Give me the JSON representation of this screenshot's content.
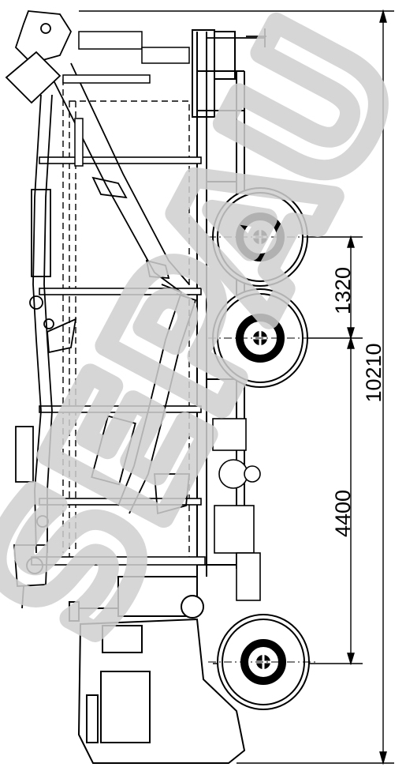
{
  "drawing": {
    "dimensions": {
      "wheelbase_rear": "1320",
      "overall_length": "10210",
      "wheelbase_front": "4400"
    },
    "watermark": "SEPAU"
  },
  "colors": {
    "line": "#000000",
    "background": "#ffffff",
    "watermark": "#d0d0d0"
  }
}
